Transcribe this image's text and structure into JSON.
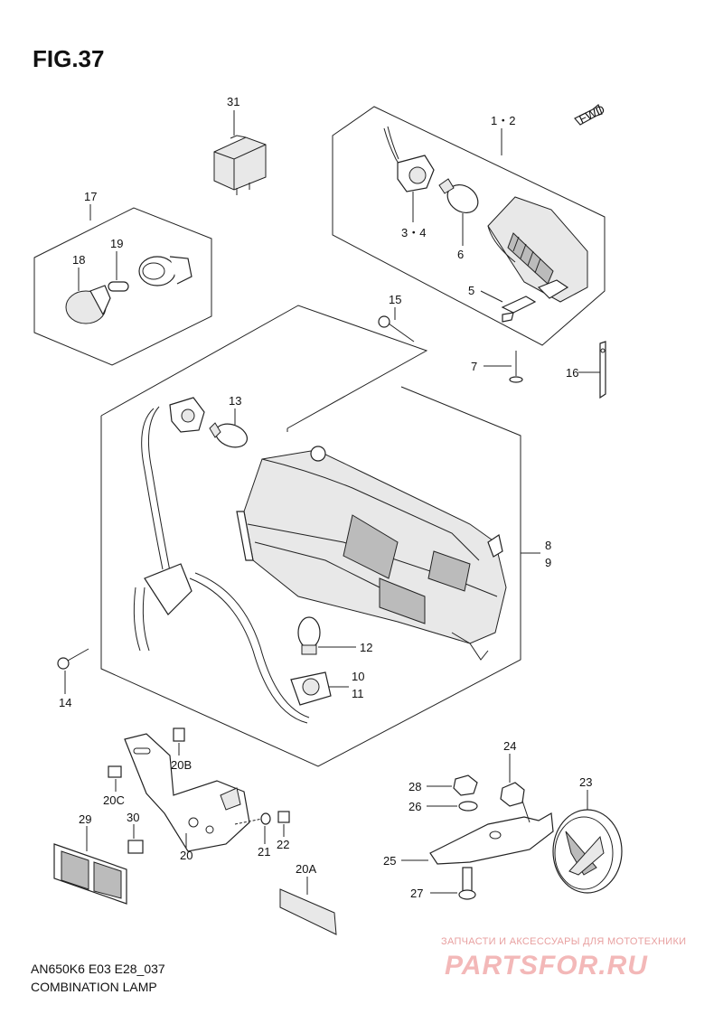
{
  "figure": {
    "title": "FIG.37"
  },
  "footer": {
    "model_code": "AN650K6 E03 E28_037",
    "caption": "COMBINATION LAMP"
  },
  "watermark": {
    "line1": "ЗАПЧАСТИ И АКСЕССУАРЫ ДЛЯ МОТОТЕХНИКИ",
    "line2": "PARTSFOR.RU"
  },
  "fwd_badge": "FWD",
  "callouts": {
    "c31": "31",
    "c1_2": "1・2",
    "c17": "17",
    "c18": "18",
    "c19": "19",
    "c3_4": "3・4",
    "c6": "6",
    "c5": "5",
    "c15": "15",
    "c7": "7",
    "c16": "16",
    "c13": "13",
    "c8": "8",
    "c9": "9",
    "c14": "14",
    "c12": "12",
    "c10": "10",
    "c11": "11",
    "c20B": "20B",
    "c20C": "20C",
    "c24": "24",
    "c28": "28",
    "c23": "23",
    "c26": "26",
    "c29": "29",
    "c30": "30",
    "c20": "20",
    "c21": "21",
    "c22": "22",
    "c25": "25",
    "c20A": "20A",
    "c27": "27"
  }
}
